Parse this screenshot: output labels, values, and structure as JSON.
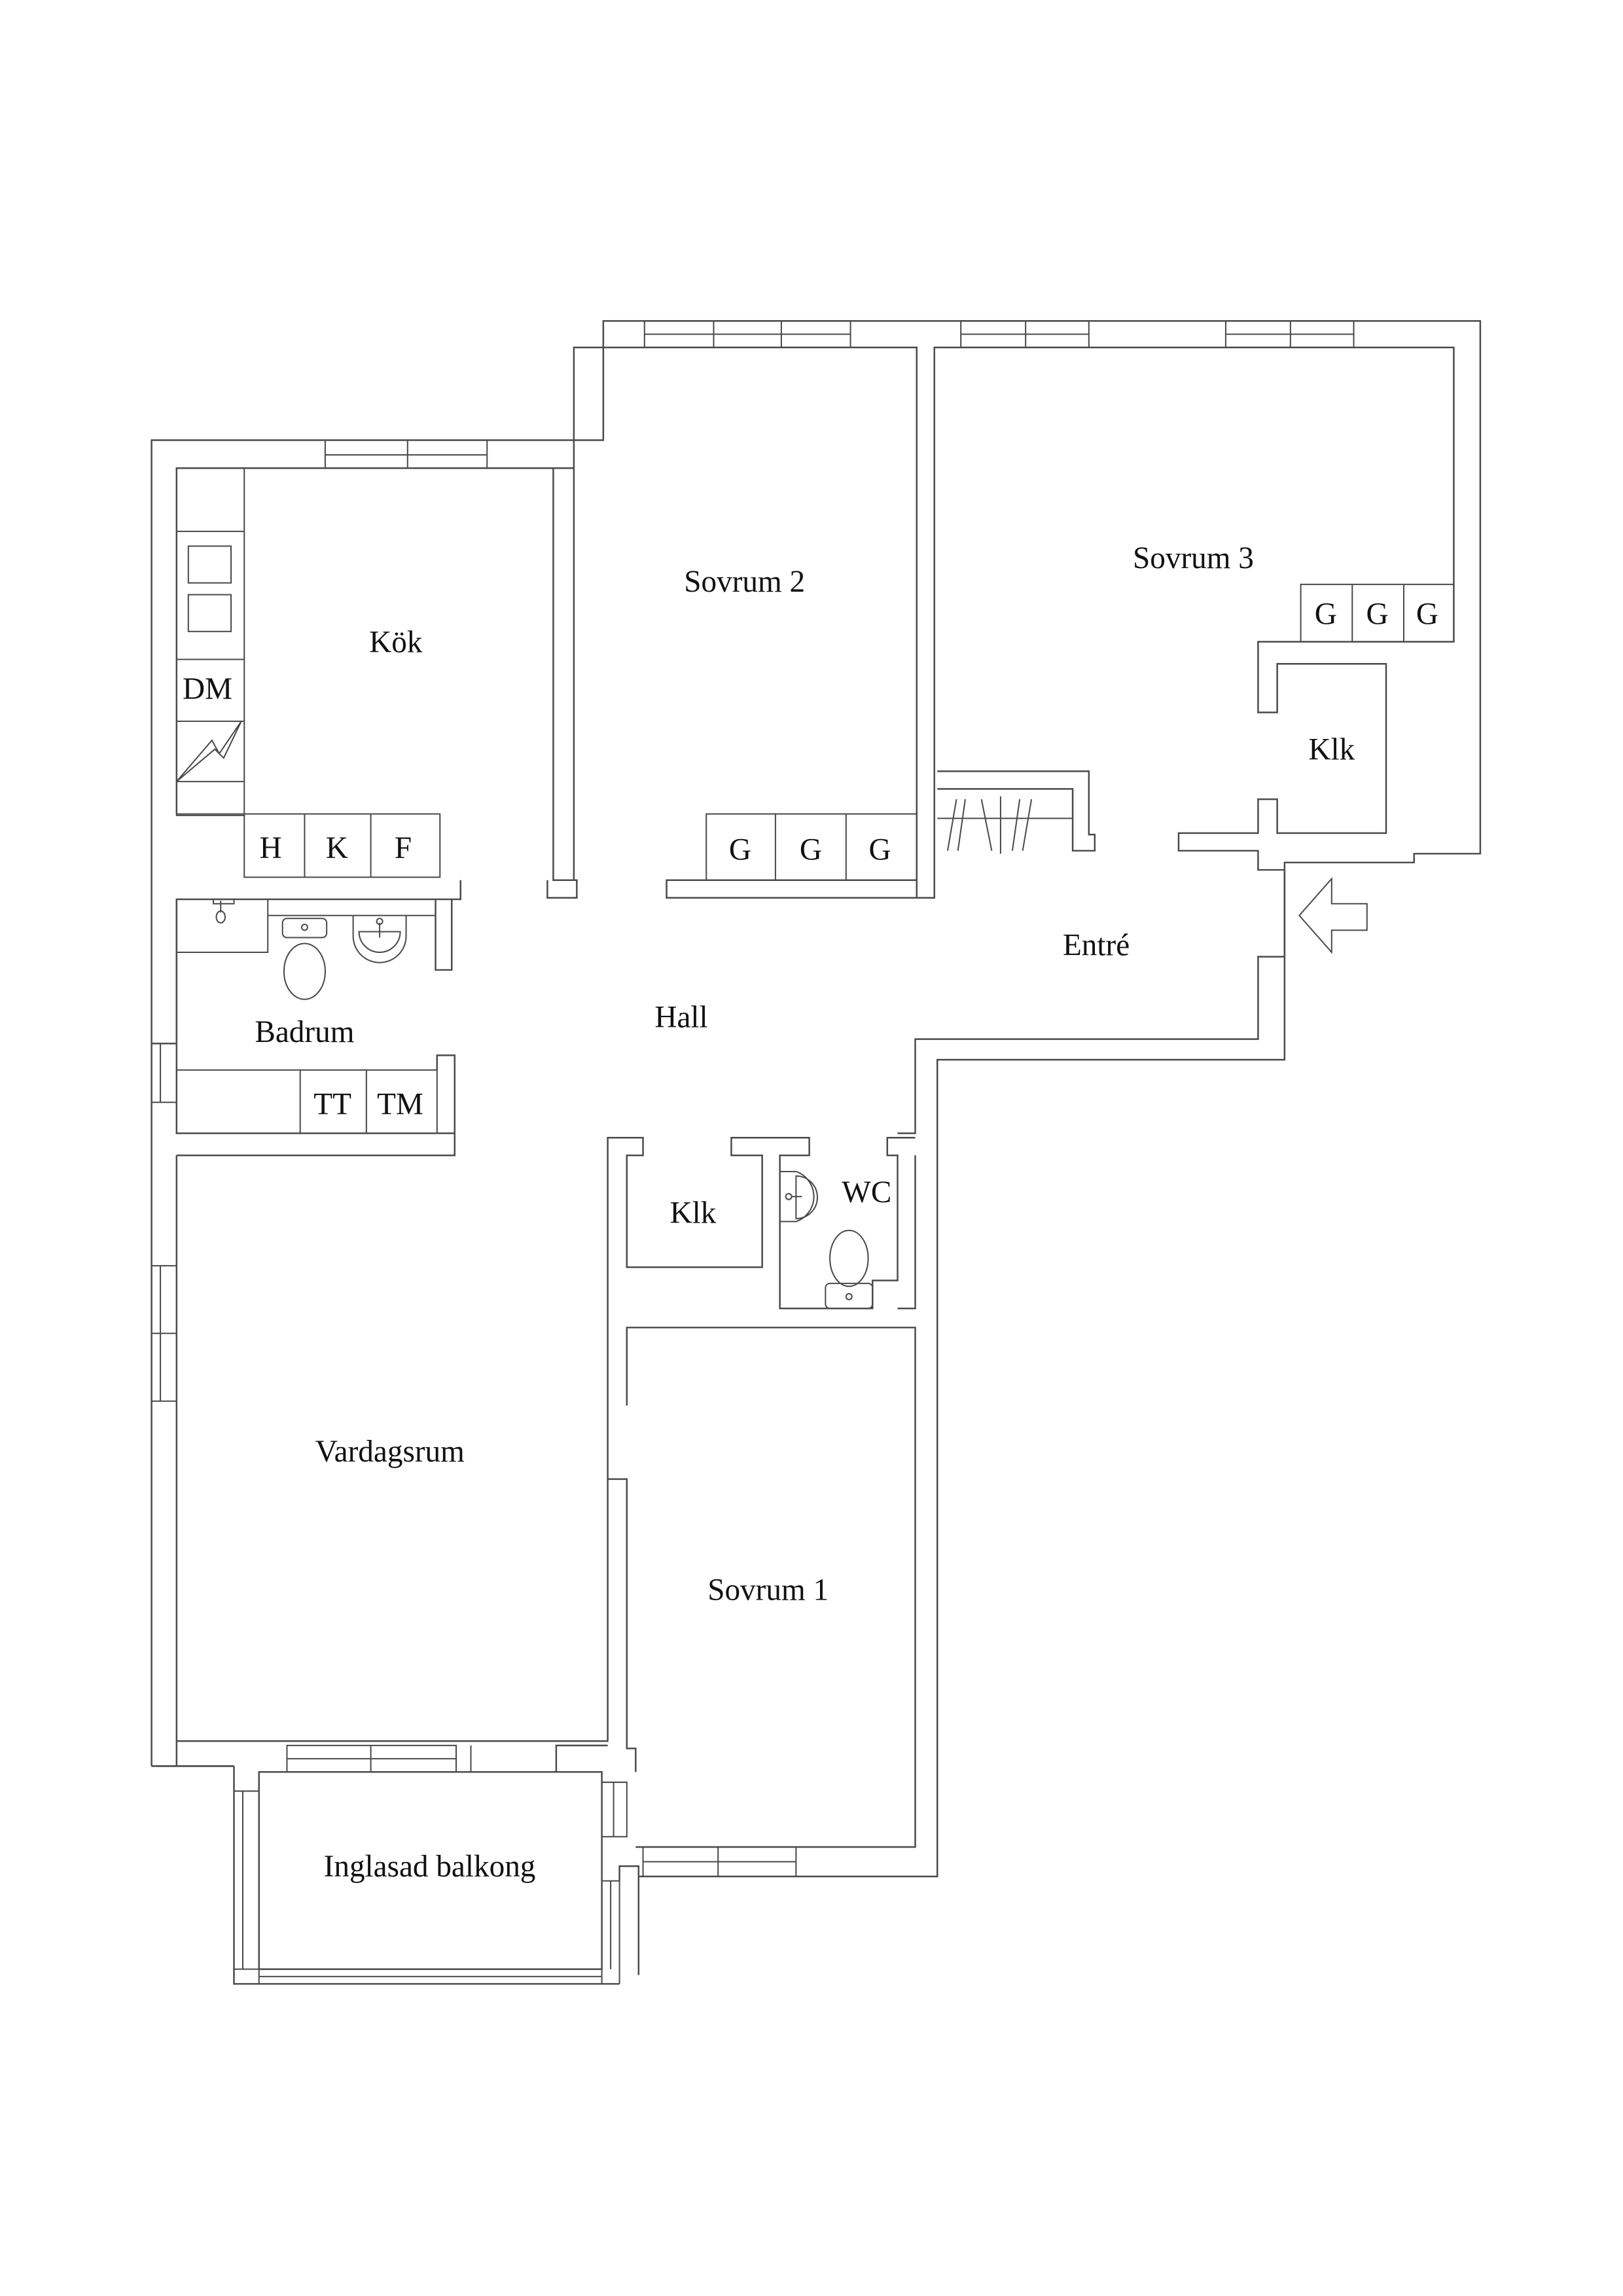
{
  "plan": {
    "rooms": {
      "kok": "Kök",
      "sovrum2": "Sovrum 2",
      "sovrum3": "Sovrum 3",
      "klk_sovrum3": "Klk",
      "entre": "Entré",
      "hall": "Hall",
      "badrum": "Badrum",
      "klk_hall": "Klk",
      "wc": "WC",
      "vardagsrum": "Vardagsrum",
      "sovrum1": "Sovrum 1",
      "balkong": "Inglasad balkong"
    },
    "kitchen_fixtures": {
      "dishwasher": "DM",
      "h": "H",
      "k": "K",
      "f": "F"
    },
    "bath_fixtures": {
      "tt": "TT",
      "tm": "TM"
    },
    "wardrobes": {
      "sovrum2": [
        "G",
        "G",
        "G"
      ],
      "sovrum3": [
        "G",
        "G",
        "G"
      ]
    },
    "entrance_arrow": "arrow-left-icon",
    "line_color": "#4a4a4a",
    "text_color": "#111111"
  }
}
